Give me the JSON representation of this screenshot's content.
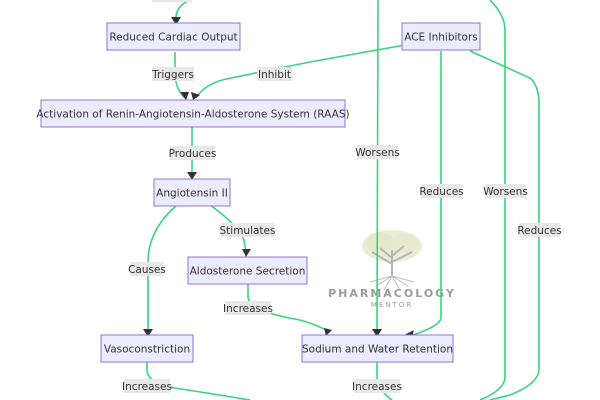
{
  "diagram": {
    "nodes": {
      "reduced_cardiac_output": "Reduced Cardiac Output",
      "ace_inhibitors": "ACE Inhibitors",
      "raas": "Activation of Renin-Angiotensin-Aldosterone System (RAAS)",
      "angiotensin_ii": "Angiotensin II",
      "aldosterone_secretion": "Aldosterone Secretion",
      "vasoconstriction": "Vasoconstriction",
      "sodium_water_retention": "Sodium and Water Retention"
    },
    "edges": {
      "triggers": "Triggers",
      "inhibit": "Inhibit",
      "produces": "Produces",
      "stimulates": "Stimulates",
      "causes": "Causes",
      "increases_aldo": "Increases",
      "reduces_ace_sodium": "Reduces",
      "reduces_ace_right": "Reduces",
      "worsens_left": "Worsens",
      "worsens_right": "Worsens",
      "increases_vaso": "Increases",
      "increases_sodium": "Increases"
    },
    "watermark": {
      "line1": "PHARMACOLOGY",
      "line2": "MENTOR"
    },
    "colors": {
      "edge": "#3ad47b",
      "node_fill": "#ECECFF",
      "node_stroke": "#9370DB",
      "label_bg": "#e8e8e8"
    }
  }
}
